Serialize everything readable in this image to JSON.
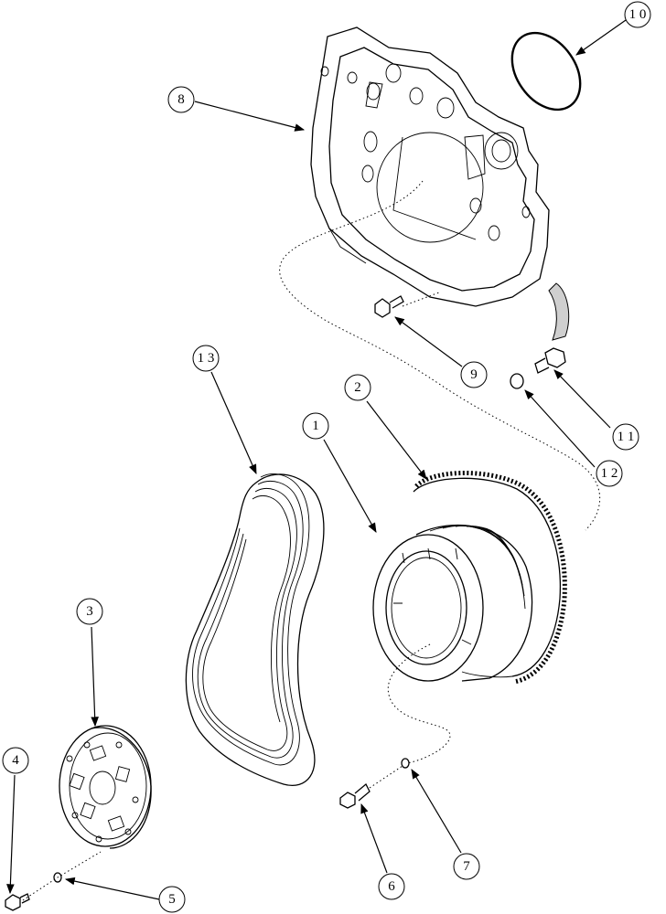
{
  "diagram": {
    "callouts": [
      {
        "id": "c1",
        "label": "1"
      },
      {
        "id": "c2",
        "label": "2"
      },
      {
        "id": "c3",
        "label": "3"
      },
      {
        "id": "c4",
        "label": "4"
      },
      {
        "id": "c5",
        "label": "5"
      },
      {
        "id": "c6",
        "label": "6"
      },
      {
        "id": "c7",
        "label": "7"
      },
      {
        "id": "c8",
        "label": "8"
      },
      {
        "id": "c9",
        "label": "9"
      },
      {
        "id": "c10",
        "label": "1 0"
      },
      {
        "id": "c11",
        "label": "1 1"
      },
      {
        "id": "c12",
        "label": "1 2"
      },
      {
        "id": "c13",
        "label": "1 3"
      }
    ]
  }
}
